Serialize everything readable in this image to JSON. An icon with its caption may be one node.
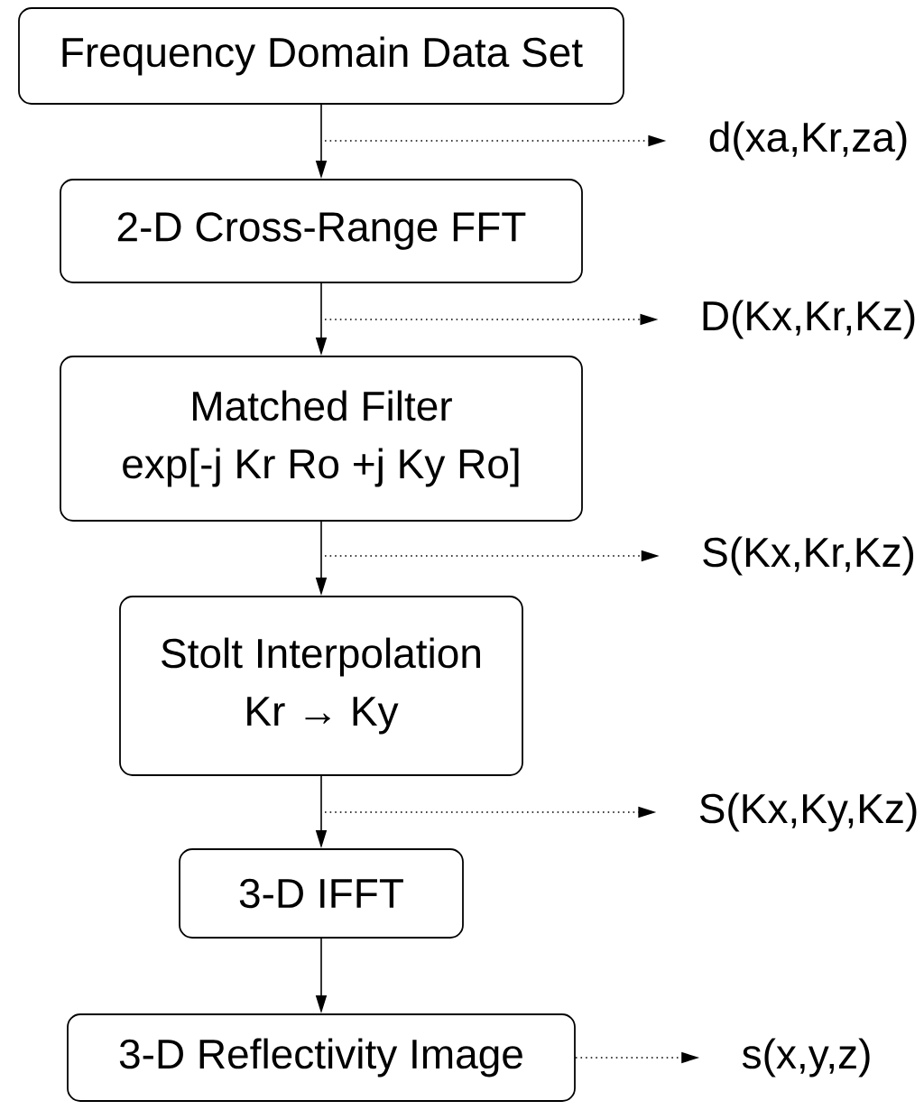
{
  "diagram": {
    "nodes": [
      {
        "text": [
          "Frequency Domain Data Set"
        ]
      },
      {
        "text": [
          "2-D Cross-Range FFT"
        ]
      },
      {
        "text": [
          "Matched Filter",
          "exp[-j Kr Ro +j Ky Ro]"
        ]
      },
      {
        "text": [
          "Stolt Interpolation",
          "Kr → Ky"
        ]
      },
      {
        "text": [
          "3-D IFFT"
        ]
      },
      {
        "text": [
          "3-D Reflectivity Image"
        ]
      },
      {
        "text": [
          "d(xa,Kr,za)"
        ]
      },
      {
        "text": [
          "D(Kx,Kr,Kz)"
        ]
      },
      {
        "text": [
          "S(Kx,Kr,Kz)"
        ]
      },
      {
        "text": [
          "S(Kx,Ky,Kz)"
        ]
      },
      {
        "text": [
          "s(x,y,z)"
        ]
      }
    ],
    "edges": [
      {
        "from": 0,
        "to": 1,
        "arrow": "to"
      },
      {
        "from": 1,
        "to": 2,
        "arrow": "to"
      },
      {
        "from": 2,
        "to": 3,
        "arrow": "to"
      },
      {
        "from": 3,
        "to": 4,
        "arrow": "to"
      },
      {
        "from": 4,
        "to": 5,
        "arrow": "to"
      },
      {
        "from": null,
        "to": 6,
        "arrow": "to",
        "style": "dashed"
      },
      {
        "from": null,
        "to": 7,
        "arrow": "to",
        "style": "dashed"
      },
      {
        "from": null,
        "to": 8,
        "arrow": "to",
        "style": "dashed"
      },
      {
        "from": null,
        "to": 9,
        "arrow": "to",
        "style": "dashed"
      },
      {
        "from": 5,
        "to": 10,
        "arrow": "to",
        "style": "dashed"
      }
    ]
  }
}
